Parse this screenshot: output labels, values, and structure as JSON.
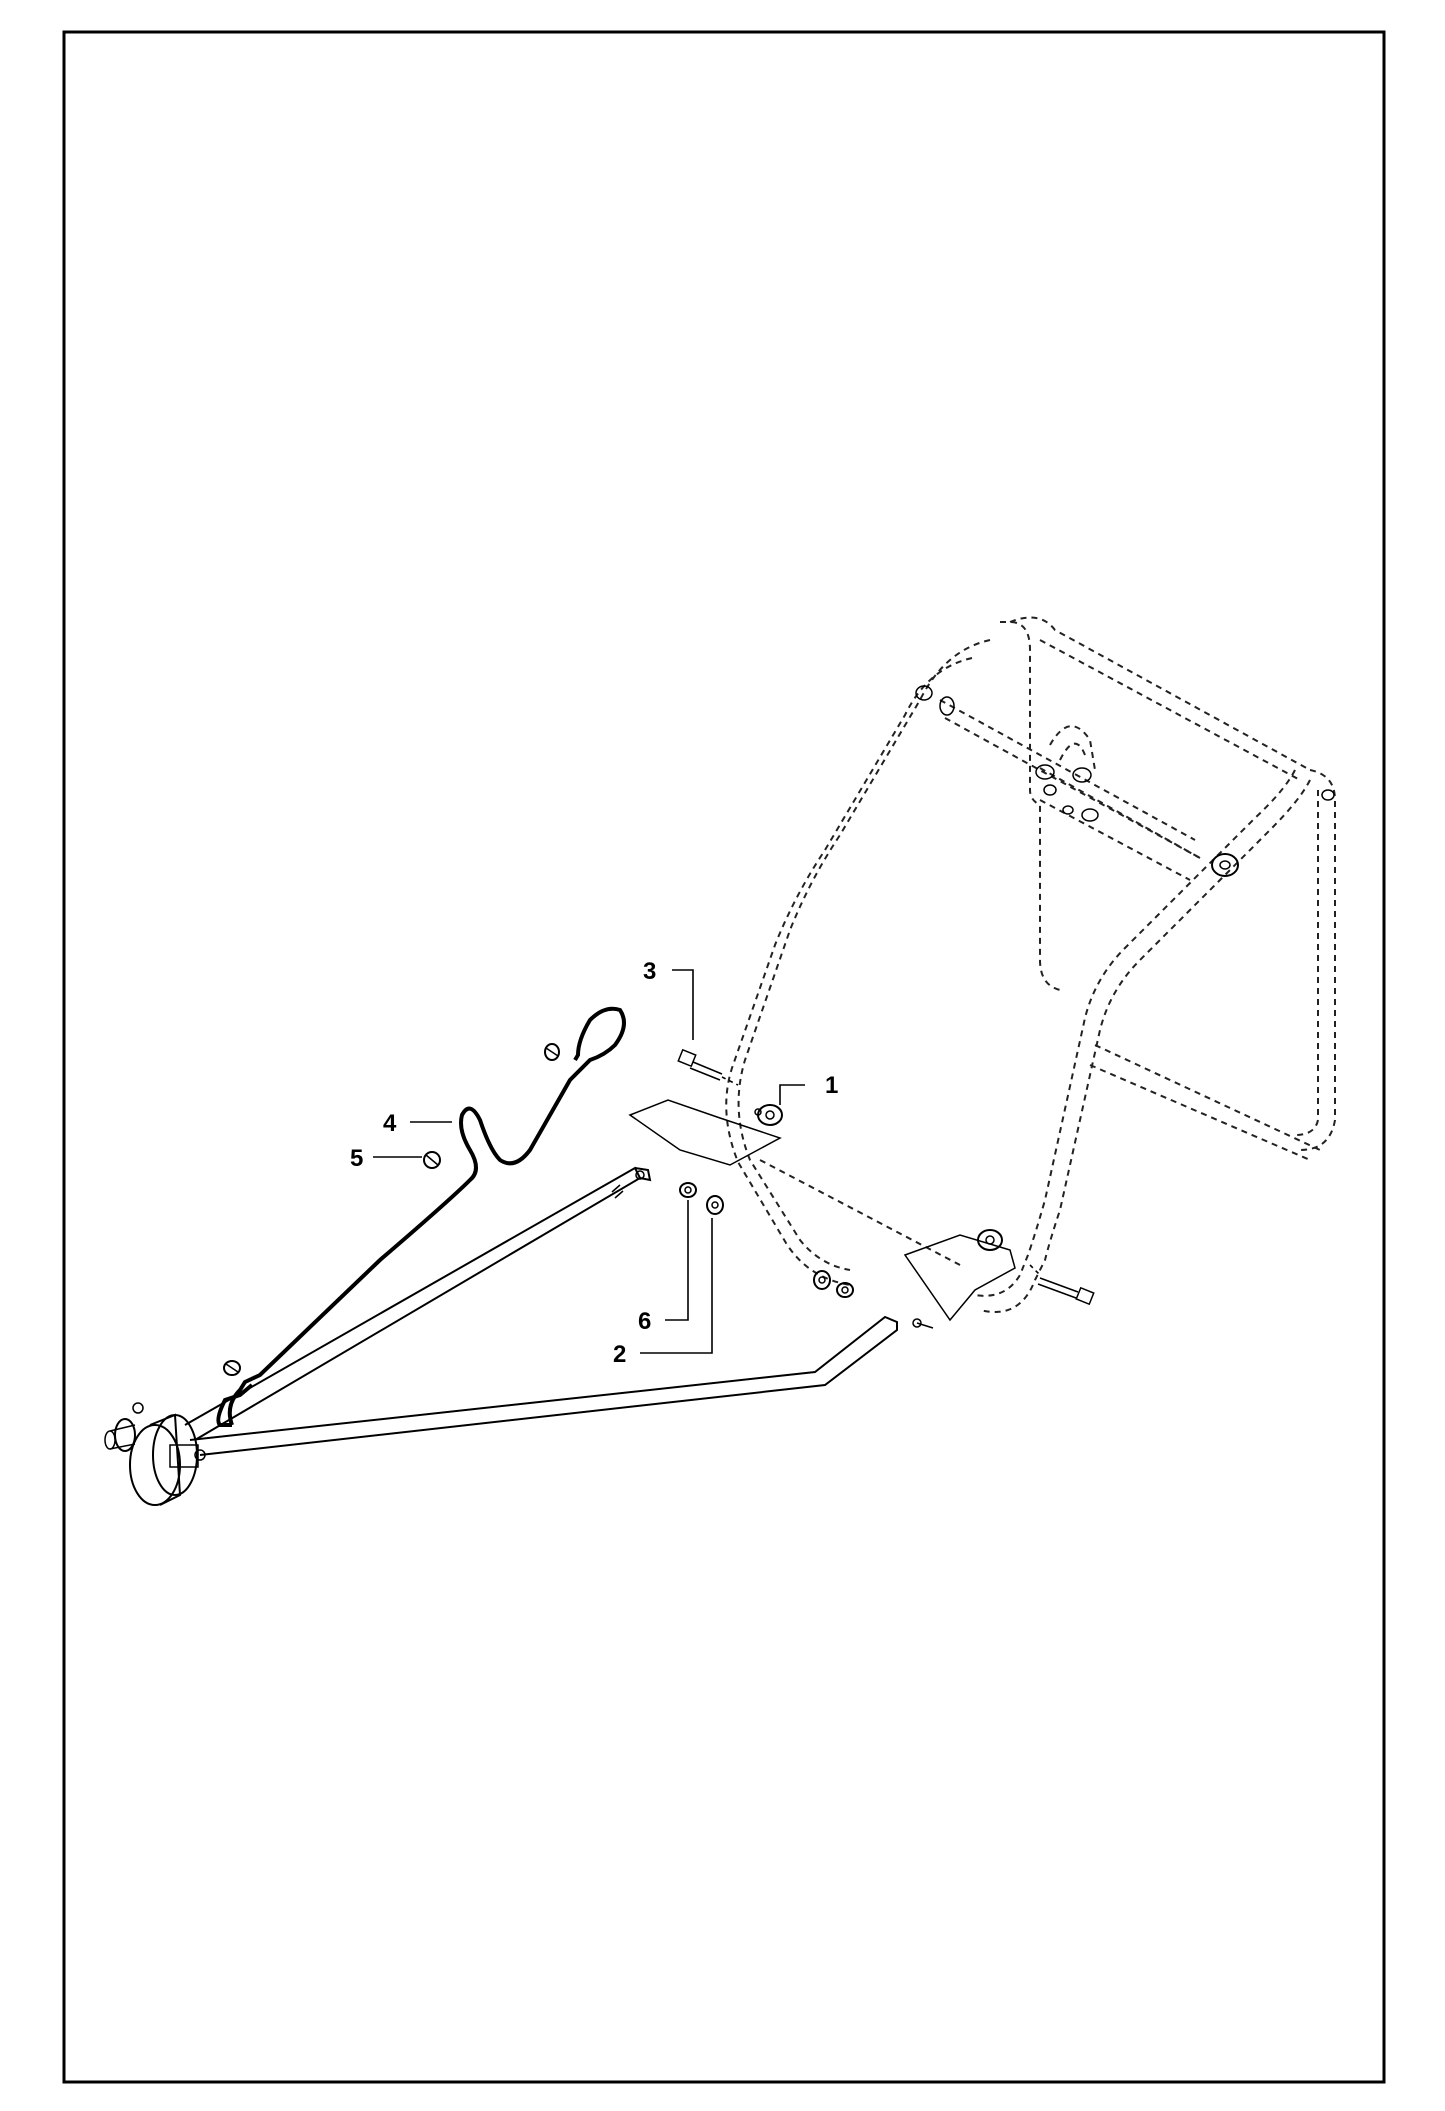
{
  "diagram": {
    "callouts": [
      {
        "id": "callout-1",
        "number": "1"
      },
      {
        "id": "callout-2",
        "number": "2"
      },
      {
        "id": "callout-3",
        "number": "3"
      },
      {
        "id": "callout-4",
        "number": "4"
      },
      {
        "id": "callout-5",
        "number": "5"
      },
      {
        "id": "callout-6",
        "number": "6"
      }
    ]
  }
}
